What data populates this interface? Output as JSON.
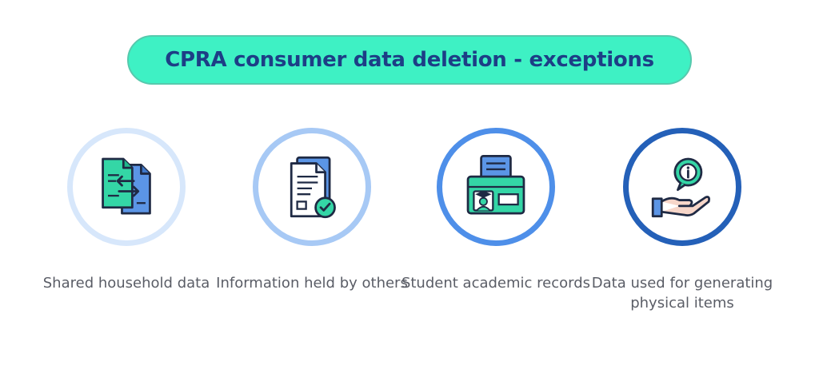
{
  "title": "CPRA consumer data deletion - exceptions",
  "colors": {
    "banner_bg": "#3ef1c4",
    "banner_text": "#1d3e86",
    "label_text": "#5a5d66",
    "ring_1": "#d7e7fb",
    "ring_2": "#a7c9f5",
    "ring_3": "#4e8fe9",
    "ring_4": "#2460b8"
  },
  "items": [
    {
      "label": "Shared household data",
      "icon": "file-transfer-icon"
    },
    {
      "label": "Information held by others",
      "icon": "verified-documents-icon"
    },
    {
      "label": "Student academic records",
      "icon": "student-records-folder-icon"
    },
    {
      "label": "Data used for generating physical items",
      "icon": "hand-info-icon"
    }
  ]
}
